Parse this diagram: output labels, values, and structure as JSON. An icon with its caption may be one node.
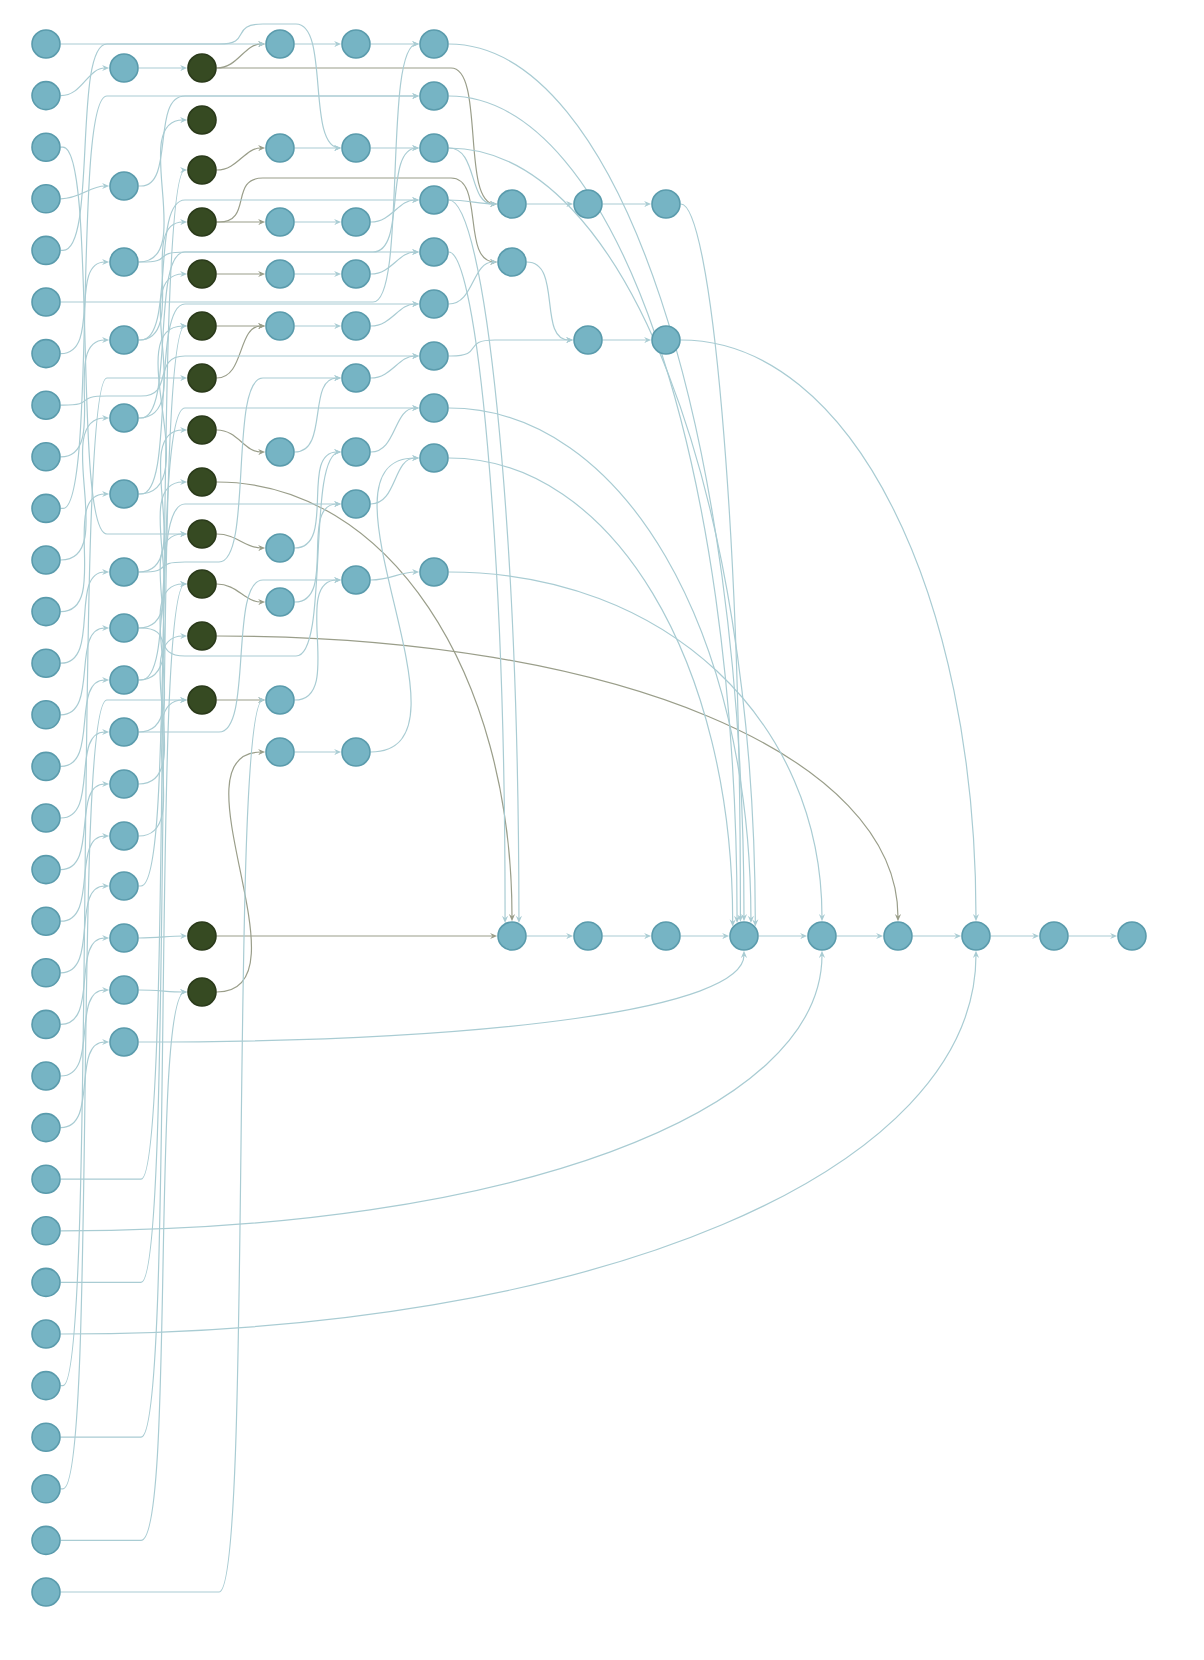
{
  "diagram": {
    "nodes": [
      {
        "text": [],
        "shape": "circle"
      },
      {
        "text": [],
        "shape": "circle"
      },
      {
        "text": [],
        "shape": "circle"
      },
      {
        "text": [],
        "shape": "circle"
      },
      {
        "text": [],
        "shape": "circle"
      },
      {
        "text": [],
        "shape": "circle"
      },
      {
        "text": [],
        "shape": "circle"
      },
      {
        "text": [],
        "shape": "circle"
      },
      {
        "text": [],
        "shape": "circle"
      },
      {
        "text": [],
        "shape": "circle"
      },
      {
        "text": [],
        "shape": "circle"
      },
      {
        "text": [],
        "shape": "circle"
      },
      {
        "text": [],
        "shape": "circle"
      },
      {
        "text": [],
        "shape": "circle"
      },
      {
        "text": [],
        "shape": "circle"
      },
      {
        "text": [],
        "shape": "circle"
      },
      {
        "text": [],
        "shape": "circle"
      },
      {
        "text": [],
        "shape": "circle"
      },
      {
        "text": [],
        "shape": "circle"
      },
      {
        "text": [],
        "shape": "circle"
      },
      {
        "text": [],
        "shape": "circle"
      },
      {
        "text": [],
        "shape": "circle"
      },
      {
        "text": [],
        "shape": "circle"
      },
      {
        "text": [],
        "shape": "circle"
      },
      {
        "text": [],
        "shape": "circle"
      },
      {
        "text": [],
        "shape": "circle"
      },
      {
        "text": [],
        "shape": "circle"
      },
      {
        "text": [],
        "shape": "circle"
      },
      {
        "text": [],
        "shape": "circle"
      },
      {
        "text": [],
        "shape": "circle"
      },
      {
        "text": [],
        "shape": "circle"
      },
      {
        "text": [],
        "shape": "circle"
      },
      {
        "text": [],
        "shape": "circle"
      },
      {
        "text": [],
        "shape": "circle"
      },
      {
        "text": [],
        "shape": "circle"
      },
      {
        "text": [],
        "shape": "circle"
      },
      {
        "text": [],
        "shape": "circle"
      },
      {
        "text": [],
        "shape": "circle"
      },
      {
        "text": [],
        "shape": "circle"
      },
      {
        "text": [],
        "shape": "circle"
      },
      {
        "text": [],
        "shape": "circle"
      },
      {
        "text": [],
        "shape": "circle"
      },
      {
        "text": [],
        "shape": "circle"
      },
      {
        "text": [],
        "shape": "circle"
      },
      {
        "text": [],
        "shape": "circle"
      },
      {
        "text": [],
        "shape": "circle"
      },
      {
        "text": [],
        "shape": "circle"
      },
      {
        "text": [],
        "shape": "circle"
      },
      {
        "text": [],
        "shape": "circle"
      },
      {
        "text": [],
        "shape": "circle"
      },
      {
        "text": [],
        "shape": "circle"
      },
      {
        "text": [],
        "shape": "circle"
      },
      {
        "text": [],
        "shape": "circle"
      },
      {
        "text": [],
        "shape": "circle"
      },
      {
        "text": [],
        "shape": "circle"
      },
      {
        "text": [],
        "shape": "circle"
      },
      {
        "text": [],
        "shape": "circle"
      },
      {
        "text": [],
        "shape": "circle"
      },
      {
        "text": [],
        "shape": "circle"
      },
      {
        "text": [],
        "shape": "circle"
      },
      {
        "text": [],
        "shape": "circle"
      },
      {
        "text": [],
        "shape": "circle"
      },
      {
        "text": [],
        "shape": "circle"
      },
      {
        "text": [],
        "shape": "circle"
      },
      {
        "text": [],
        "shape": "circle"
      },
      {
        "text": [],
        "shape": "circle"
      },
      {
        "text": [],
        "shape": "circle"
      },
      {
        "text": [],
        "shape": "circle"
      },
      {
        "text": [],
        "shape": "circle"
      },
      {
        "text": [],
        "shape": "circle"
      },
      {
        "text": [],
        "shape": "circle"
      },
      {
        "text": [],
        "shape": "circle"
      },
      {
        "text": [],
        "shape": "circle"
      },
      {
        "text": [],
        "shape": "circle"
      },
      {
        "text": [],
        "shape": "circle"
      },
      {
        "text": [],
        "shape": "circle"
      },
      {
        "text": [],
        "shape": "circle"
      },
      {
        "text": [],
        "shape": "circle"
      },
      {
        "text": [],
        "shape": "circle"
      },
      {
        "text": [],
        "shape": "circle"
      },
      {
        "text": [],
        "shape": "circle"
      },
      {
        "text": [],
        "shape": "circle"
      },
      {
        "text": [],
        "shape": "circle"
      },
      {
        "text": [],
        "shape": "circle"
      },
      {
        "text": [],
        "shape": "circle"
      },
      {
        "text": [],
        "shape": "circle"
      },
      {
        "text": [],
        "shape": "circle"
      },
      {
        "text": [],
        "shape": "circle"
      },
      {
        "text": [],
        "shape": "circle"
      },
      {
        "text": [],
        "shape": "circle"
      },
      {
        "text": [],
        "shape": "circle"
      },
      {
        "text": [],
        "shape": "circle"
      },
      {
        "text": [],
        "shape": "circle"
      },
      {
        "text": [],
        "shape": "circle"
      },
      {
        "text": [],
        "shape": "circle"
      },
      {
        "text": [],
        "shape": "circle"
      },
      {
        "text": [],
        "shape": "circle"
      },
      {
        "text": [],
        "shape": "circle"
      },
      {
        "text": [],
        "shape": "circle"
      },
      {
        "text": [],
        "shape": "circle"
      },
      {
        "text": [],
        "shape": "circle"
      },
      {
        "text": [],
        "shape": "circle"
      },
      {
        "text": [],
        "shape": "circle"
      },
      {
        "text": [],
        "shape": "circle"
      },
      {
        "text": [],
        "shape": "circle"
      },
      {
        "text": [],
        "shape": "circle"
      },
      {
        "text": [],
        "shape": "circle"
      }
    ],
    "edges": [
      {
        "from": 62,
        "to": 72,
        "arrow": "to"
      },
      {
        "from": 72,
        "to": 82,
        "arrow": "to"
      },
      {
        "from": 63,
        "to": 73,
        "arrow": "to"
      },
      {
        "from": 64,
        "to": 74,
        "arrow": "to"
      },
      {
        "from": 65,
        "to": 75,
        "arrow": "to"
      },
      {
        "from": 66,
        "to": 76,
        "arrow": "to"
      },
      {
        "from": 71,
        "to": 81,
        "arrow": "to"
      },
      {
        "from": 92,
        "to": 95,
        "arrow": "to"
      },
      {
        "from": 95,
        "to": 98,
        "arrow": "to"
      },
      {
        "from": 96,
        "to": 99,
        "arrow": "to"
      },
      {
        "from": 94,
        "to": 97,
        "arrow": "to"
      },
      {
        "from": 97,
        "to": 100,
        "arrow": "to"
      },
      {
        "from": 100,
        "to": 101,
        "arrow": "to"
      },
      {
        "from": 101,
        "to": 102,
        "arrow": "to"
      },
      {
        "from": 102,
        "to": 103,
        "arrow": "to"
      },
      {
        "from": 103,
        "to": 104,
        "arrow": "to"
      },
      {
        "from": 104,
        "to": 105,
        "arrow": "to"
      },
      {
        "from": 105,
        "to": 106,
        "arrow": "to"
      },
      {
        "from": 93,
        "to": 96,
        "arrow": "to"
      },
      {
        "from": 47,
        "to": 62,
        "arrow": "to",
        "color": "#9a9e8a"
      },
      {
        "from": 47,
        "to": 92,
        "arrow": "to",
        "color": "#9a9e8a"
      },
      {
        "from": 49,
        "to": 63,
        "arrow": "to",
        "color": "#9a9e8a"
      },
      {
        "from": 50,
        "to": 64,
        "arrow": "to",
        "color": "#9a9e8a"
      },
      {
        "from": 50,
        "to": 93,
        "arrow": "to",
        "color": "#9a9e8a"
      },
      {
        "from": 51,
        "to": 65,
        "arrow": "to",
        "color": "#9a9e8a"
      },
      {
        "from": 52,
        "to": 66,
        "arrow": "to",
        "color": "#9a9e8a"
      },
      {
        "from": 53,
        "to": 66,
        "arrow": "to",
        "color": "#9a9e8a"
      },
      {
        "from": 54,
        "to": 67,
        "arrow": "to",
        "color": "#9a9e8a"
      },
      {
        "from": 55,
        "to": 94,
        "arrow": "to",
        "color": "#9a9e8a"
      },
      {
        "from": 56,
        "to": 68,
        "arrow": "to",
        "color": "#9a9e8a"
      },
      {
        "from": 57,
        "to": 69,
        "arrow": "to",
        "color": "#9a9e8a"
      },
      {
        "from": 58,
        "to": 103,
        "arrow": "to",
        "color": "#9a9e8a"
      },
      {
        "from": 59,
        "to": 70,
        "arrow": "to",
        "color": "#9a9e8a"
      },
      {
        "from": 60,
        "to": 94,
        "arrow": "to",
        "color": "#9a9e8a"
      },
      {
        "from": 61,
        "to": 71,
        "arrow": "to",
        "color": "#9a9e8a"
      },
      {
        "from": 1,
        "to": 31,
        "arrow": "to"
      },
      {
        "from": 3,
        "to": 32,
        "arrow": "to"
      },
      {
        "from": 6,
        "to": 33,
        "arrow": "to"
      },
      {
        "from": 8,
        "to": 34,
        "arrow": "to"
      },
      {
        "from": 10,
        "to": 35,
        "arrow": "to"
      },
      {
        "from": 11,
        "to": 36,
        "arrow": "to"
      },
      {
        "from": 12,
        "to": 37,
        "arrow": "to"
      },
      {
        "from": 13,
        "to": 38,
        "arrow": "to"
      },
      {
        "from": 14,
        "to": 39,
        "arrow": "to"
      },
      {
        "from": 15,
        "to": 40,
        "arrow": "to"
      },
      {
        "from": 16,
        "to": 41,
        "arrow": "to"
      },
      {
        "from": 17,
        "to": 42,
        "arrow": "to"
      },
      {
        "from": 18,
        "to": 43,
        "arrow": "to"
      },
      {
        "from": 19,
        "to": 44,
        "arrow": "to"
      },
      {
        "from": 20,
        "to": 45,
        "arrow": "to"
      },
      {
        "from": 21,
        "to": 46,
        "arrow": "to"
      },
      {
        "from": 31,
        "to": 47,
        "arrow": "to"
      },
      {
        "from": 33,
        "to": 48,
        "arrow": "to"
      },
      {
        "from": 34,
        "to": 50,
        "arrow": "to"
      },
      {
        "from": 35,
        "to": 51,
        "arrow": "to"
      },
      {
        "from": 36,
        "to": 52,
        "arrow": "to"
      },
      {
        "from": 37,
        "to": 54,
        "arrow": "to"
      },
      {
        "from": 38,
        "to": 55,
        "arrow": "to"
      },
      {
        "from": 39,
        "to": 56,
        "arrow": "to"
      },
      {
        "from": 40,
        "to": 57,
        "arrow": "to"
      },
      {
        "from": 41,
        "to": 58,
        "arrow": "to"
      },
      {
        "from": 42,
        "to": 59,
        "arrow": "to"
      },
      {
        "from": 44,
        "to": 60,
        "arrow": "to"
      },
      {
        "from": 45,
        "to": 61,
        "arrow": "to"
      },
      {
        "from": 0,
        "to": 73,
        "arrow": "to"
      },
      {
        "from": 2,
        "to": 56,
        "arrow": "to"
      },
      {
        "from": 4,
        "to": 62,
        "arrow": "to"
      },
      {
        "from": 5,
        "to": 82,
        "arrow": "to"
      },
      {
        "from": 7,
        "to": 88,
        "arrow": "to"
      },
      {
        "from": 9,
        "to": 83,
        "arrow": "to"
      },
      {
        "from": 22,
        "to": 49,
        "arrow": "to"
      },
      {
        "from": 24,
        "to": 52,
        "arrow": "to"
      },
      {
        "from": 26,
        "to": 53,
        "arrow": "to"
      },
      {
        "from": 27,
        "to": 57,
        "arrow": "to"
      },
      {
        "from": 28,
        "to": 59,
        "arrow": "to"
      },
      {
        "from": 29,
        "to": 61,
        "arrow": "to"
      },
      {
        "from": 30,
        "to": 70,
        "arrow": "to"
      },
      {
        "from": 23,
        "to": 102,
        "arrow": "to"
      },
      {
        "from": 25,
        "to": 104,
        "arrow": "to"
      },
      {
        "from": 32,
        "to": 83,
        "arrow": "to"
      },
      {
        "from": 33,
        "to": 84,
        "arrow": "to"
      },
      {
        "from": 34,
        "to": 85,
        "arrow": "to"
      },
      {
        "from": 35,
        "to": 86,
        "arrow": "to"
      },
      {
        "from": 36,
        "to": 87,
        "arrow": "to"
      },
      {
        "from": 37,
        "to": 77,
        "arrow": "to"
      },
      {
        "from": 38,
        "to": 78,
        "arrow": "to"
      },
      {
        "from": 39,
        "to": 79,
        "arrow": "to"
      },
      {
        "from": 40,
        "to": 80,
        "arrow": "to"
      },
      {
        "from": 43,
        "to": 89,
        "arrow": "to"
      },
      {
        "from": 46,
        "to": 101,
        "arrow": "to"
      },
      {
        "from": 67,
        "to": 77,
        "arrow": "to"
      },
      {
        "from": 68,
        "to": 78,
        "arrow": "to"
      },
      {
        "from": 69,
        "to": 79,
        "arrow": "to"
      },
      {
        "from": 70,
        "to": 80,
        "arrow": "to"
      },
      {
        "from": 73,
        "to": 84,
        "arrow": "to"
      },
      {
        "from": 74,
        "to": 85,
        "arrow": "to"
      },
      {
        "from": 75,
        "to": 86,
        "arrow": "to"
      },
      {
        "from": 76,
        "to": 87,
        "arrow": "to"
      },
      {
        "from": 77,
        "to": 88,
        "arrow": "to"
      },
      {
        "from": 78,
        "to": 89,
        "arrow": "to"
      },
      {
        "from": 79,
        "to": 90,
        "arrow": "to"
      },
      {
        "from": 80,
        "to": 91,
        "arrow": "to"
      },
      {
        "from": 81,
        "to": 90,
        "arrow": "to"
      },
      {
        "from": 82,
        "to": 101,
        "arrow": "to"
      },
      {
        "from": 83,
        "to": 101,
        "arrow": "to"
      },
      {
        "from": 84,
        "to": 92,
        "arrow": "to"
      },
      {
        "from": 85,
        "to": 92,
        "arrow": "to"
      },
      {
        "from": 86,
        "to": 94,
        "arrow": "to"
      },
      {
        "from": 87,
        "to": 93,
        "arrow": "to"
      },
      {
        "from": 88,
        "to": 96,
        "arrow": "to"
      },
      {
        "from": 89,
        "to": 101,
        "arrow": "to"
      },
      {
        "from": 90,
        "to": 101,
        "arrow": "to"
      },
      {
        "from": 91,
        "to": 102,
        "arrow": "to"
      },
      {
        "from": 84,
        "to": 101,
        "arrow": "to"
      },
      {
        "from": 85,
        "to": 94,
        "arrow": "to"
      },
      {
        "from": 98,
        "to": 101,
        "arrow": "to"
      },
      {
        "from": 99,
        "to": 104,
        "arrow": "to"
      }
    ]
  }
}
